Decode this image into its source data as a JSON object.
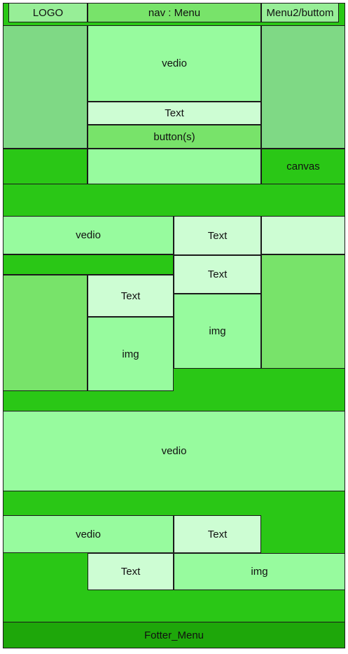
{
  "header": {
    "logo": "LOGO",
    "nav": "nav : Menu",
    "menu2": "Menu2/buttom"
  },
  "hero": {
    "video": "vedio",
    "text": "Text",
    "buttons": "button(s)",
    "canvas": "canvas"
  },
  "section2": {
    "video": "vedio",
    "text1": "Text",
    "text2": "Text",
    "img_right": "img",
    "text_left": "Text",
    "img_left": "img"
  },
  "section3": {
    "video": "vedio"
  },
  "section4": {
    "video": "vedio",
    "text1": "Text",
    "text2": "Text",
    "img": "img"
  },
  "footer": {
    "menu": "Fotter_Menu"
  },
  "colors": {
    "green": "#2ac716",
    "dark_green": "#1ea70a",
    "mid_green": "#78e36a",
    "sage_green": "#7fd985",
    "mint": "#97fb9e",
    "pale_mint": "#cdfdd3",
    "logo_fill": "#97ee97"
  }
}
